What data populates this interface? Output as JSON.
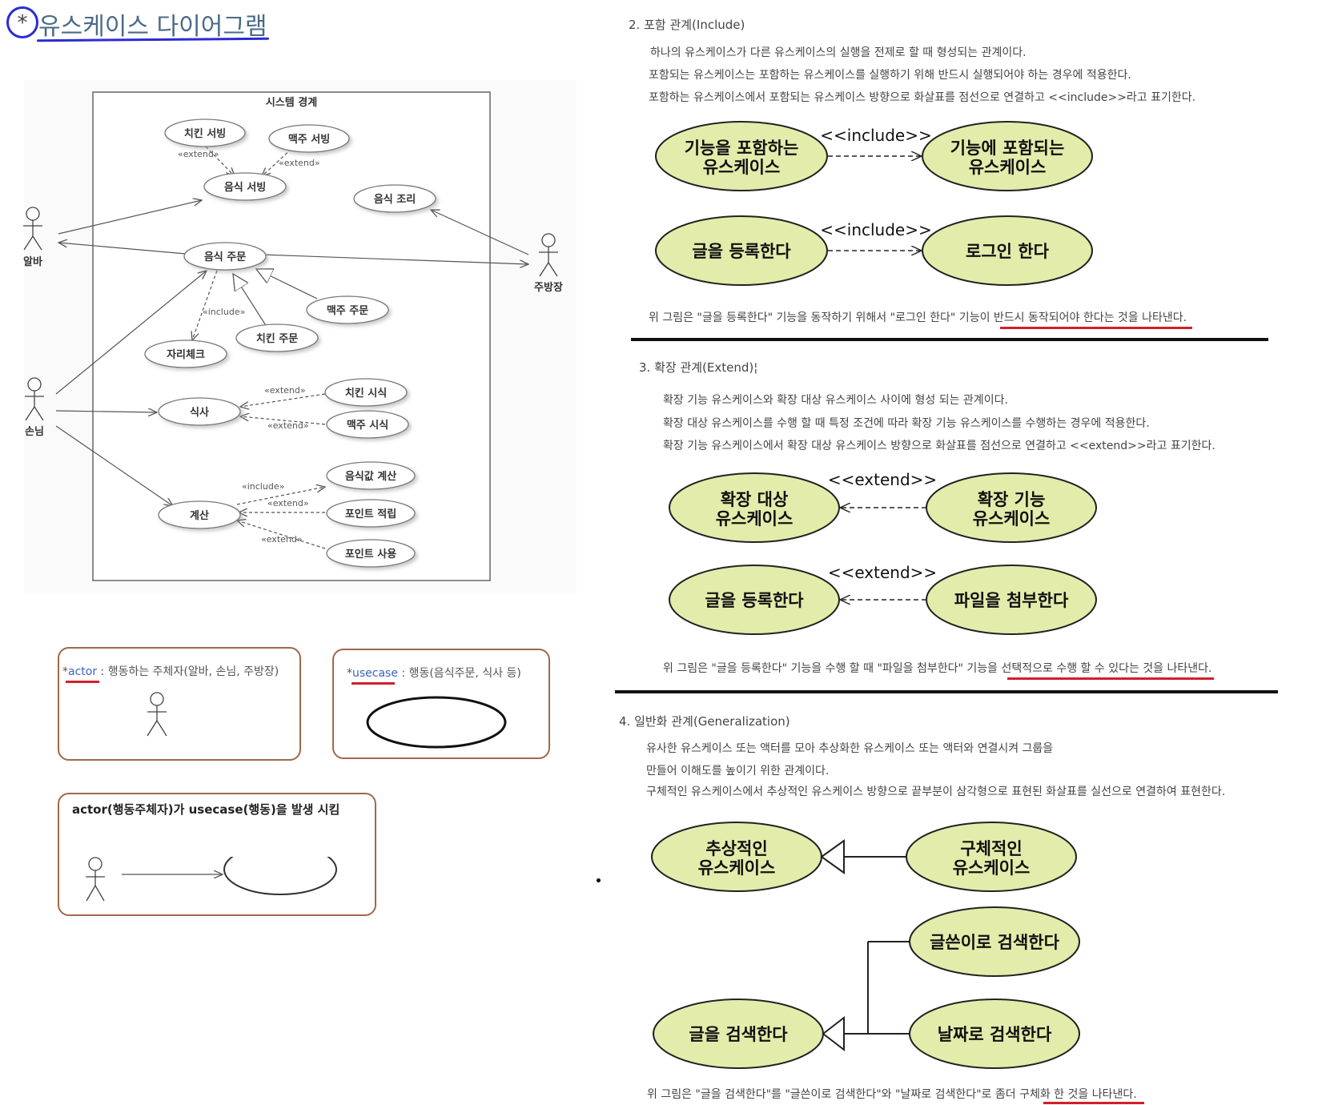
{
  "title": {
    "star": "*",
    "text": "유스케이스 다이어그램"
  },
  "uml": {
    "boundary_label": "시스템 경계",
    "actors": {
      "alba": "알바",
      "guest": "손님",
      "chef": "주방장"
    },
    "usecases": {
      "chicken_serving": "치킨 서빙",
      "beer_serving": "맥주 서빙",
      "food_serving": "음식 서빙",
      "cooking": "음식 조리",
      "food_order": "음식 주문",
      "beer_order": "맥주 주문",
      "chicken_order": "치킨 주문",
      "seat_check": "자리체크",
      "meal": "식사",
      "chicken_tasting": "치킨 시식",
      "beer_tasting": "맥주 시식",
      "payment": "계산",
      "food_price": "음식값 계산",
      "point_earn": "포인트 적립",
      "point_use": "포인트 사용"
    },
    "stereo": {
      "extend": "«extend»",
      "include": "«include»"
    }
  },
  "legend": {
    "actor_key": "actor",
    "actor_desc": " : 행동하는 주체자(알바, 손님, 주방장)",
    "usecase_key": "usecase",
    "usecase_desc": " : 행동(음식주문, 식사 등)",
    "relation_text": "actor(행동주체자)가 usecase(행동)을 발생 시킴",
    "star": "*"
  },
  "include_section": {
    "heading": "2. 포함 관계(Include)",
    "lines": [
      "하나의 유스케이스가 다른 유스케이스의 실행을 전제로 할 때 형성되는 관계이다.",
      "포함되는 유스케이스는 포함하는 유스케이스를 실행하기 위해 반드시 실행되어야 하는 경우에 적용한다.",
      "포함하는 유스케이스에서 포함되는 유스케이스 방향으로 화살표를 점선으로 연결하고 <<include>>라고 표기한다."
    ],
    "stereo": "<<include>>",
    "e1a": "기능을 포함하는",
    "e1b": "유스케이스",
    "e2a": "기능에 포함되는",
    "e2b": "유스케이스",
    "e3": "글을 등록한다",
    "e4": "로그인 한다",
    "caption": "위 그림은 \"글을 등록한다\" 기능을 동작하기 위해서 \"로그인 한다\" 기능이 반드시 동작되어야 한다는 것을 나타낸다."
  },
  "extend_section": {
    "heading": "3. 확장 관계(Extend)",
    "cursor": "¦",
    "lines": [
      "확장 기능 유스케이스와 확장 대상 유스케이스 사이에 형성 되는 관계이다.",
      "확장 대상 유스케이스를 수행 할 때 특정 조건에 따라 확장 기능 유스케이스를 수행하는 경우에 적용한다.",
      "확장 기능 유스케이스에서 확장 대상 유스케이스 방향으로 화살표를 점선으로 연결하고 <<extend>>라고 표기한다."
    ],
    "stereo": "<<extend>>",
    "e1a": "확장 대상",
    "e1b": "유스케이스",
    "e2a": "확장 기능",
    "e2b": "유스케이스",
    "e3": "글을 등록한다",
    "e4": "파일을 첨부한다",
    "caption": "위 그림은 \"글을 등록한다\" 기능을 수행 할 때 \"파일을 첨부한다\" 기능을 선택적으로 수행 할 수 있다는 것을 나타낸다."
  },
  "general_section": {
    "heading": "4. 일반화 관계(Generalization)",
    "lines": [
      "유사한 유스케이스 또는 액터를 모아 추상화한 유스케이스 또는 액터와 연결시켜 그룹을",
      "만들어 이해도를 높이기 위한 관계이다.",
      "구체적인 유스케이스에서 추상적인 유스케이스 방향으로 끝부분이 삼각형으로 표현된 화살표를 실선으로 연결하여 표현한다."
    ],
    "e1a": "추상적인",
    "e1b": "유스케이스",
    "e2a": "구체적인",
    "e2b": "유스케이스",
    "e3": "글쓴이로 검색한다",
    "e4": "글을 검색한다",
    "e5": "날짜로 검색한다",
    "caption": "위 그림은 \"글을 검색한다\"를 \"글쓴이로 검색한다\"와 \"날짜로 검색한다\"로 좀더 구체화 한 것을 나타낸다."
  },
  "colors": {
    "ellipse_fill": "#e3ecaa",
    "underline": "#d0202a",
    "box_border": "#a0684a",
    "title_circle": "#2b2bd4"
  }
}
